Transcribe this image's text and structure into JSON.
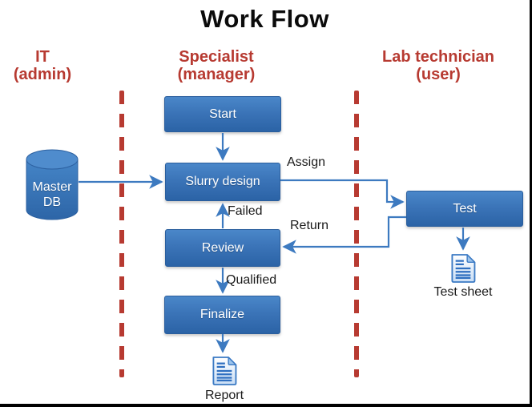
{
  "title": "Work Flow",
  "lanes": [
    {
      "line1": "IT",
      "line2": "(admin)"
    },
    {
      "line1": "Specialist",
      "line2": "(manager)"
    },
    {
      "line1": "Lab technician",
      "line2": "(user)"
    }
  ],
  "nodes": {
    "master_db_line1": "Master",
    "master_db_line2": "DB",
    "start": "Start",
    "slurry": "Slurry design",
    "review": "Review",
    "finalize": "Finalize",
    "test": "Test",
    "report": "Report",
    "test_sheet": "Test sheet"
  },
  "edge_labels": {
    "assign": "Assign",
    "failed": "Failed",
    "return": "Return",
    "qualified": "Qualified"
  },
  "colors": {
    "node_blue_top": "#4a87c9",
    "node_blue_bottom": "#2b63a6",
    "node_border": "#2a5e9d",
    "divider_red": "#b73a31",
    "connector_blue": "#3d7ac0",
    "lane_header_red": "#b73a31",
    "doc_fill_light": "#dcebf9",
    "title_black": "#0b0b0b"
  }
}
